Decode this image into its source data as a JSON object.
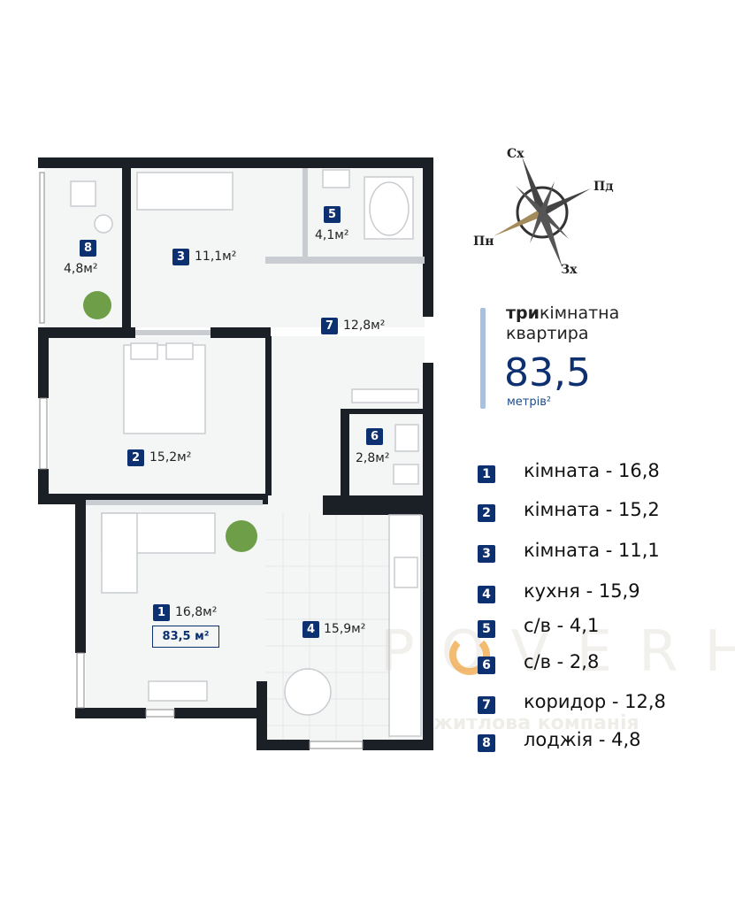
{
  "plan": {
    "rooms": [
      {
        "num": "1",
        "area": "16,8м²"
      },
      {
        "num": "2",
        "area": "15,2м²"
      },
      {
        "num": "3",
        "area": "11,1м²"
      },
      {
        "num": "4",
        "area": "15,9м²"
      },
      {
        "num": "5",
        "area": "4,1м²"
      },
      {
        "num": "6",
        "area": "2,8м²"
      },
      {
        "num": "7",
        "area": "12,8м²"
      },
      {
        "num": "8",
        "area": "4,8м²"
      }
    ],
    "total_box": "83,5 м²"
  },
  "compass": {
    "n": "Сх",
    "e": "Пд",
    "s": "Зх",
    "w": "Пн"
  },
  "summary": {
    "title_bold": "три",
    "title_rest": "кімнатна",
    "subtitle": "квартира",
    "area": "83,5",
    "unit": "метрів²",
    "accent": "#0d3170",
    "bar_color": "#a8c1de"
  },
  "legend": [
    {
      "num": "1",
      "text": "кімната - 16,8"
    },
    {
      "num": "2",
      "text": "кімната - 15,2"
    },
    {
      "num": "3",
      "text": "кімната - 11,1"
    },
    {
      "num": "4",
      "text": "кухня - 15,9"
    },
    {
      "num": "5",
      "text": "с/в - 4,1"
    },
    {
      "num": "6",
      "text": "с/в - 2,8"
    },
    {
      "num": "7",
      "text": "коридор - 12,8"
    },
    {
      "num": "8",
      "text": "лоджія - 4,8"
    }
  ],
  "watermark": {
    "brand": "POVERH",
    "tagline": "житлова компанія"
  }
}
